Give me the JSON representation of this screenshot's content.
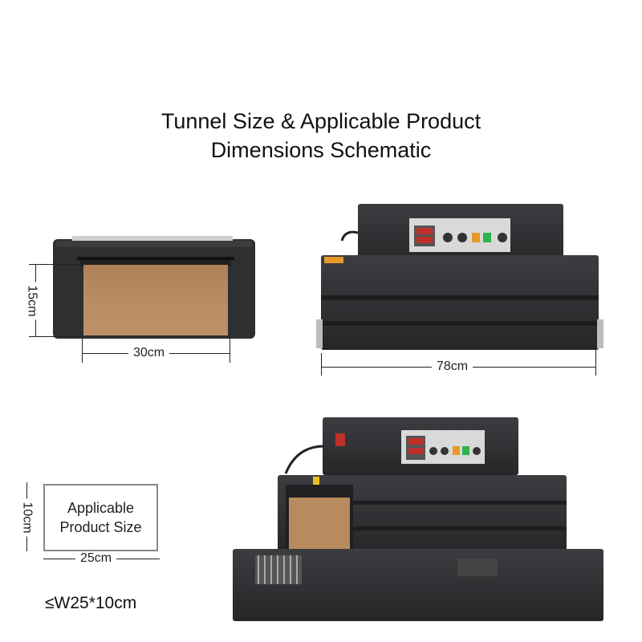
{
  "title_line1": "Tunnel Size & Applicable Product",
  "title_line2": "Dimensions Schematic",
  "front_view": {
    "height_label": "15cm",
    "width_label": "30cm"
  },
  "side_view": {
    "length_label": "78cm"
  },
  "product": {
    "box_line1": "Applicable",
    "box_line2": "Product Size",
    "height_label": "10cm",
    "width_label": "25cm",
    "spec": "≤W25*10cm"
  },
  "display": {
    "screen_color": "#c0302a",
    "green_button": "#2db34a",
    "orange_button": "#e89a28"
  },
  "colors": {
    "machine_body": "#2e2f31",
    "curtain": "#b88a5f",
    "panel": "#d9d9d9"
  }
}
